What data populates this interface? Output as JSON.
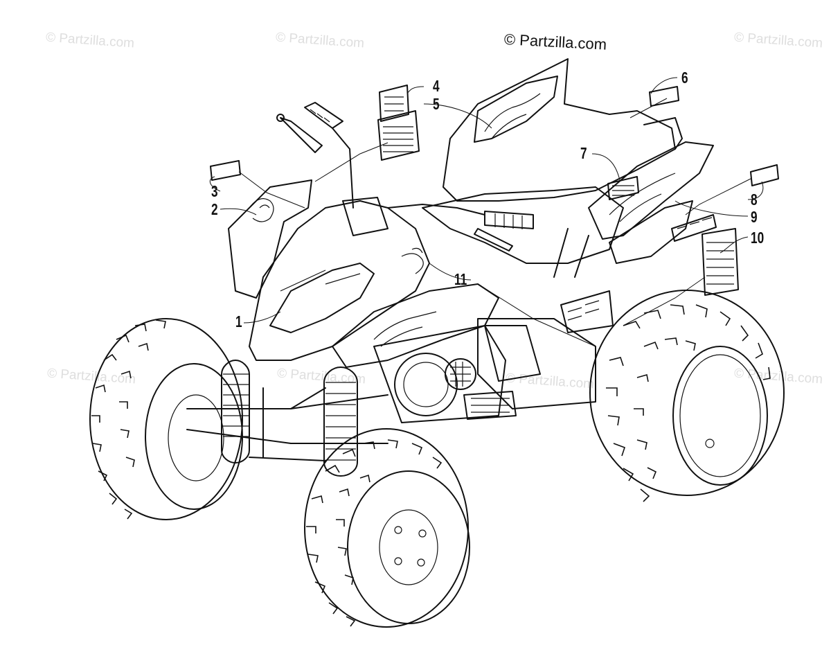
{
  "watermarks": [
    {
      "text": "© Partzilla.com"
    },
    {
      "text": "© Partzilla.com"
    },
    {
      "text": "© Partzilla.com"
    },
    {
      "text": "© Partzilla.com"
    },
    {
      "text": "© Partzilla.com"
    },
    {
      "text": "© Partzilla.com"
    },
    {
      "text": "© Partzilla.com"
    }
  ],
  "copyright": "© Partzilla.com",
  "callouts": [
    {
      "id": "1",
      "label": "1"
    },
    {
      "id": "2",
      "label": "2"
    },
    {
      "id": "3",
      "label": "3"
    },
    {
      "id": "4",
      "label": "4"
    },
    {
      "id": "5",
      "label": "5"
    },
    {
      "id": "6",
      "label": "6"
    },
    {
      "id": "7",
      "label": "7"
    },
    {
      "id": "8",
      "label": "8"
    },
    {
      "id": "9",
      "label": "9"
    },
    {
      "id": "10",
      "label": "10"
    },
    {
      "id": "11",
      "label": "11"
    }
  ],
  "colors": {
    "ink": "#111111",
    "watermark": "#dedede",
    "background": "#ffffff"
  }
}
